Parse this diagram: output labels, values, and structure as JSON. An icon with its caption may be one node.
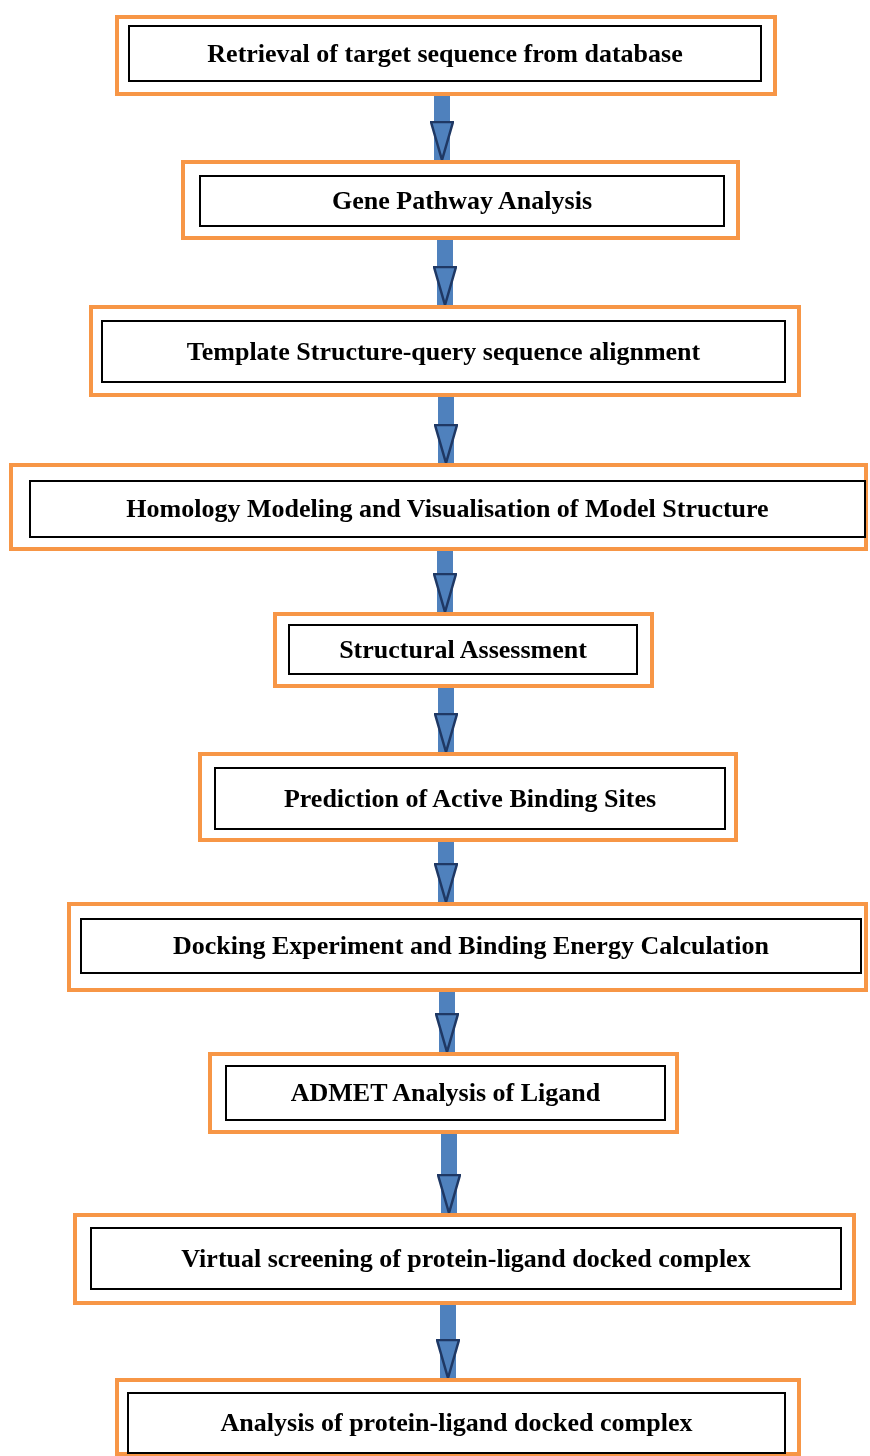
{
  "diagram": {
    "nodes": [
      {
        "text": [
          "Retrieval of target sequence from database"
        ]
      },
      {
        "text": [
          "Gene Pathway Analysis"
        ]
      },
      {
        "text": [
          "Template Structure-query sequence alignment"
        ]
      },
      {
        "text": [
          "Homology Modeling and Visualisation of Model Structure"
        ]
      },
      {
        "text": [
          "Structural Assessment"
        ]
      },
      {
        "text": [
          "Prediction of Active Binding Sites"
        ]
      },
      {
        "text": [
          "Docking Experiment and Binding Energy Calculation"
        ]
      },
      {
        "text": [
          "ADMET Analysis of Ligand"
        ]
      },
      {
        "text": [
          "Virtual screening of protein-ligand docked complex"
        ]
      },
      {
        "text": [
          "Analysis of protein-ligand docked complex"
        ]
      }
    ],
    "edges": [
      {
        "from": 0,
        "to": 1,
        "arrow": "to"
      },
      {
        "from": 1,
        "to": 2,
        "arrow": "to"
      },
      {
        "from": 2,
        "to": 3,
        "arrow": "to"
      },
      {
        "from": 3,
        "to": 4,
        "arrow": "to"
      },
      {
        "from": 4,
        "to": 5,
        "arrow": "to"
      },
      {
        "from": 5,
        "to": 6,
        "arrow": "to"
      },
      {
        "from": 6,
        "to": 7,
        "arrow": "to"
      },
      {
        "from": 7,
        "to": 8,
        "arrow": "to"
      },
      {
        "from": 8,
        "to": 9,
        "arrow": "to"
      }
    ]
  }
}
